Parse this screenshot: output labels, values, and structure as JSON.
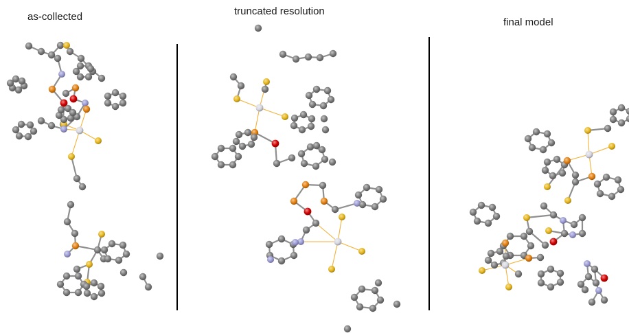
{
  "panels": [
    {
      "title": "as-collected"
    },
    {
      "title": "truncated resolution"
    },
    {
      "title": "final model"
    }
  ],
  "atom_colors": {
    "carbon": "#7b7b7b",
    "sulfur": "#e8b71c",
    "phosphorus": "#e5800f",
    "nitrogen": "#9c9cd6",
    "oxygen": "#d40000",
    "metal": "#d8d8e2",
    "bond": "#8f8f8f",
    "metal_bond": "#f2b23a"
  }
}
